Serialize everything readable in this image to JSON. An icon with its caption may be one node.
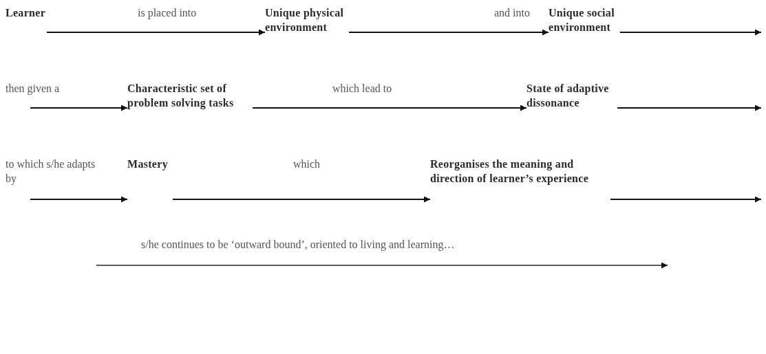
{
  "diagram": {
    "nodes": [
      {
        "text": [
          "Learner"
        ]
      },
      {
        "text": [
          "Unique physical environment"
        ]
      },
      {
        "text": [
          "Unique social environment"
        ]
      },
      {
        "text": [
          "Characteristic set of problem solving tasks"
        ]
      },
      {
        "text": [
          "State of adaptive dissonance"
        ]
      },
      {
        "text": [
          "Mastery"
        ]
      },
      {
        "text": [
          "Reorganises the meaning and direction of learner’s experience"
        ]
      }
    ],
    "edges": [
      {
        "from": 0,
        "to": 1,
        "arrow": "to",
        "label": "is placed into"
      },
      {
        "from": 1,
        "to": 2,
        "arrow": "to",
        "label": "and into"
      },
      {
        "from": 2,
        "to": null,
        "arrow": "to"
      },
      {
        "from": null,
        "to": 3,
        "arrow": "to",
        "label": "then given a"
      },
      {
        "from": 3,
        "to": 4,
        "arrow": "to",
        "label": "which lead to"
      },
      {
        "from": 4,
        "to": null,
        "arrow": "to"
      },
      {
        "from": null,
        "to": 5,
        "arrow": "to",
        "label": "to which s/he adapts by"
      },
      {
        "from": 5,
        "to": 6,
        "arrow": "to",
        "label": "which"
      },
      {
        "from": 6,
        "to": null,
        "arrow": "to"
      }
    ],
    "labels": [
      "s/he continues to be ‘outward bound’, oriented to living and learning…"
    ]
  }
}
